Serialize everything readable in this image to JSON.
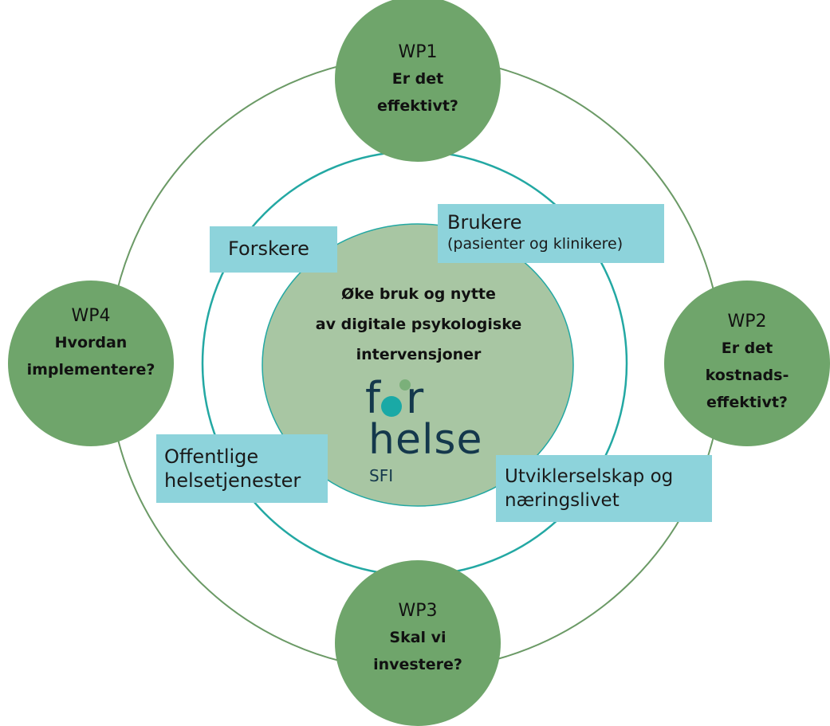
{
  "colors": {
    "outer_ring": "#6b9a66",
    "inner_ring": "#23a8a3",
    "center_fill": "#a8c6a3",
    "wp_fill": "#6fa56b",
    "stakeholder_box": "#8dd3db",
    "logo_dark": "#14384c",
    "logo_teal": "#1aa9a6",
    "logo_green_dot": "#7bb07a"
  },
  "center": {
    "line1": "Øke bruk og nytte",
    "line2": "av digitale psykologiske",
    "line3": "intervensjoner"
  },
  "logo": {
    "word1_prefix": "f",
    "word1_suffix": "r",
    "word2": "helse",
    "sub": "SFI"
  },
  "wp1": {
    "title": "WP1",
    "q1": "Er det",
    "q2": "effektivt?"
  },
  "wp2": {
    "title": "WP2",
    "q1": "Er det",
    "q2": "kostnads-",
    "q3": "effektivt?"
  },
  "wp3": {
    "title": "WP3",
    "q1": "Skal vi",
    "q2": "investere?"
  },
  "wp4": {
    "title": "WP4",
    "q1": "Hvordan",
    "q2": "implementere?"
  },
  "stakeholders": {
    "forskere": "Forskere",
    "brukere": "Brukere",
    "brukere_sub": "(pasienter og klinikere)",
    "offentlige_1": "Offentlige",
    "offentlige_2": "helsetjenester",
    "utvikler_1": "Utviklerselskap og",
    "utvikler_2": "næringslivet"
  }
}
